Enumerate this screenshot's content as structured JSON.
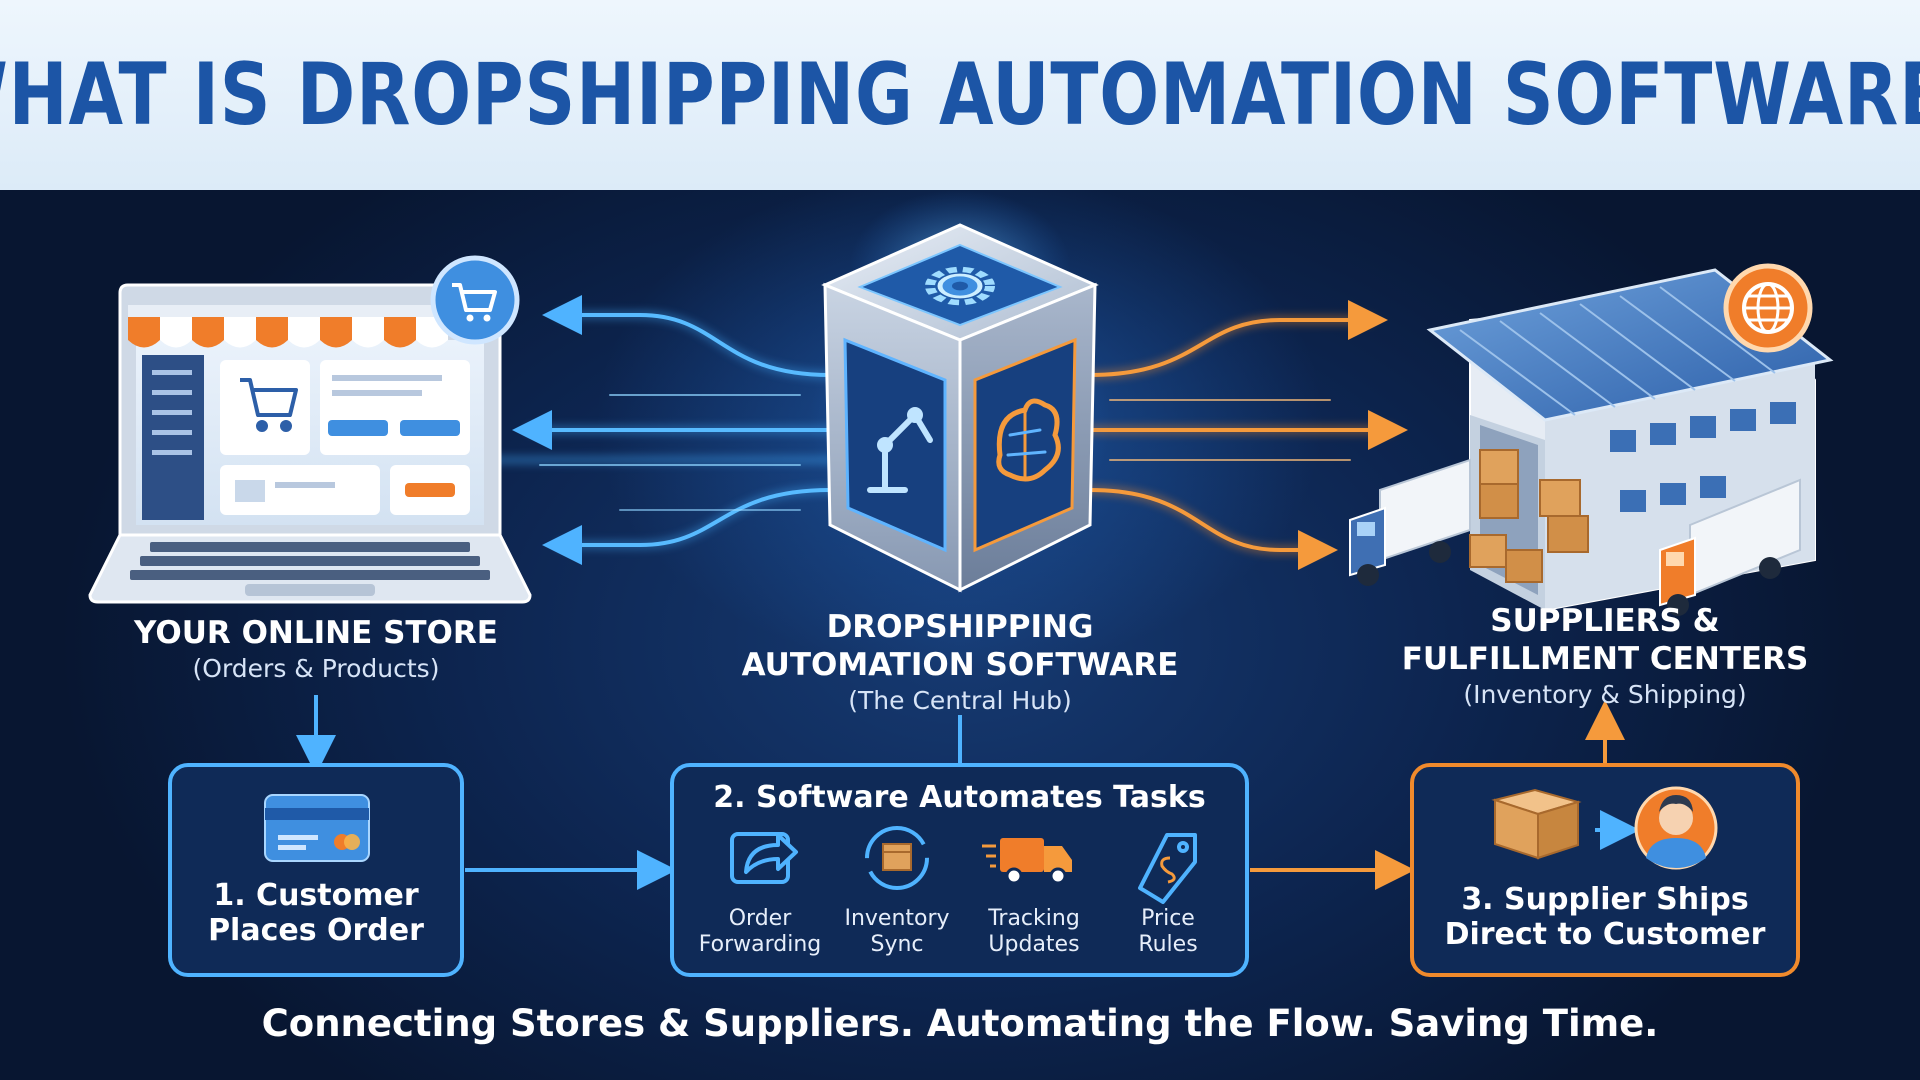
{
  "title": "WHAT IS DROPSHIPPING AUTOMATION SOFTWARE?",
  "store": {
    "title": "YOUR ONLINE STORE",
    "subtitle": "(Orders & Products)"
  },
  "hub": {
    "title_line1": "DROPSHIPPING",
    "title_line2": "AUTOMATION SOFTWARE",
    "subtitle": "(The Central Hub)"
  },
  "suppliers": {
    "title_line1": "SUPPLIERS &",
    "title_line2": "FULFILLMENT CENTERS",
    "subtitle": "(Inventory & Shipping)"
  },
  "steps": {
    "step1": {
      "line1": "1. Customer",
      "line2": "Places Order"
    },
    "step2": {
      "title": "2. Software Automates Tasks",
      "tasks": [
        {
          "line1": "Order",
          "line2": "Forwarding",
          "icon": "share-arrow-icon"
        },
        {
          "line1": "Inventory",
          "line2": "Sync",
          "icon": "sync-box-icon"
        },
        {
          "line1": "Tracking",
          "line2": "Updates",
          "icon": "delivery-truck-icon"
        },
        {
          "line1": "Price",
          "line2": "Rules",
          "icon": "price-tag-icon"
        }
      ]
    },
    "step3": {
      "line1": "3. Supplier Ships",
      "line2": "Direct to Customer"
    }
  },
  "tagline": "Connecting Stores & Suppliers. Automating the Flow. Saving Time.",
  "colors": {
    "title_blue": "#1c55a6",
    "background_navy": "#0d2550",
    "accent_blue": "#3fa3f0",
    "accent_orange": "#f08a2c",
    "white": "#ffffff"
  }
}
